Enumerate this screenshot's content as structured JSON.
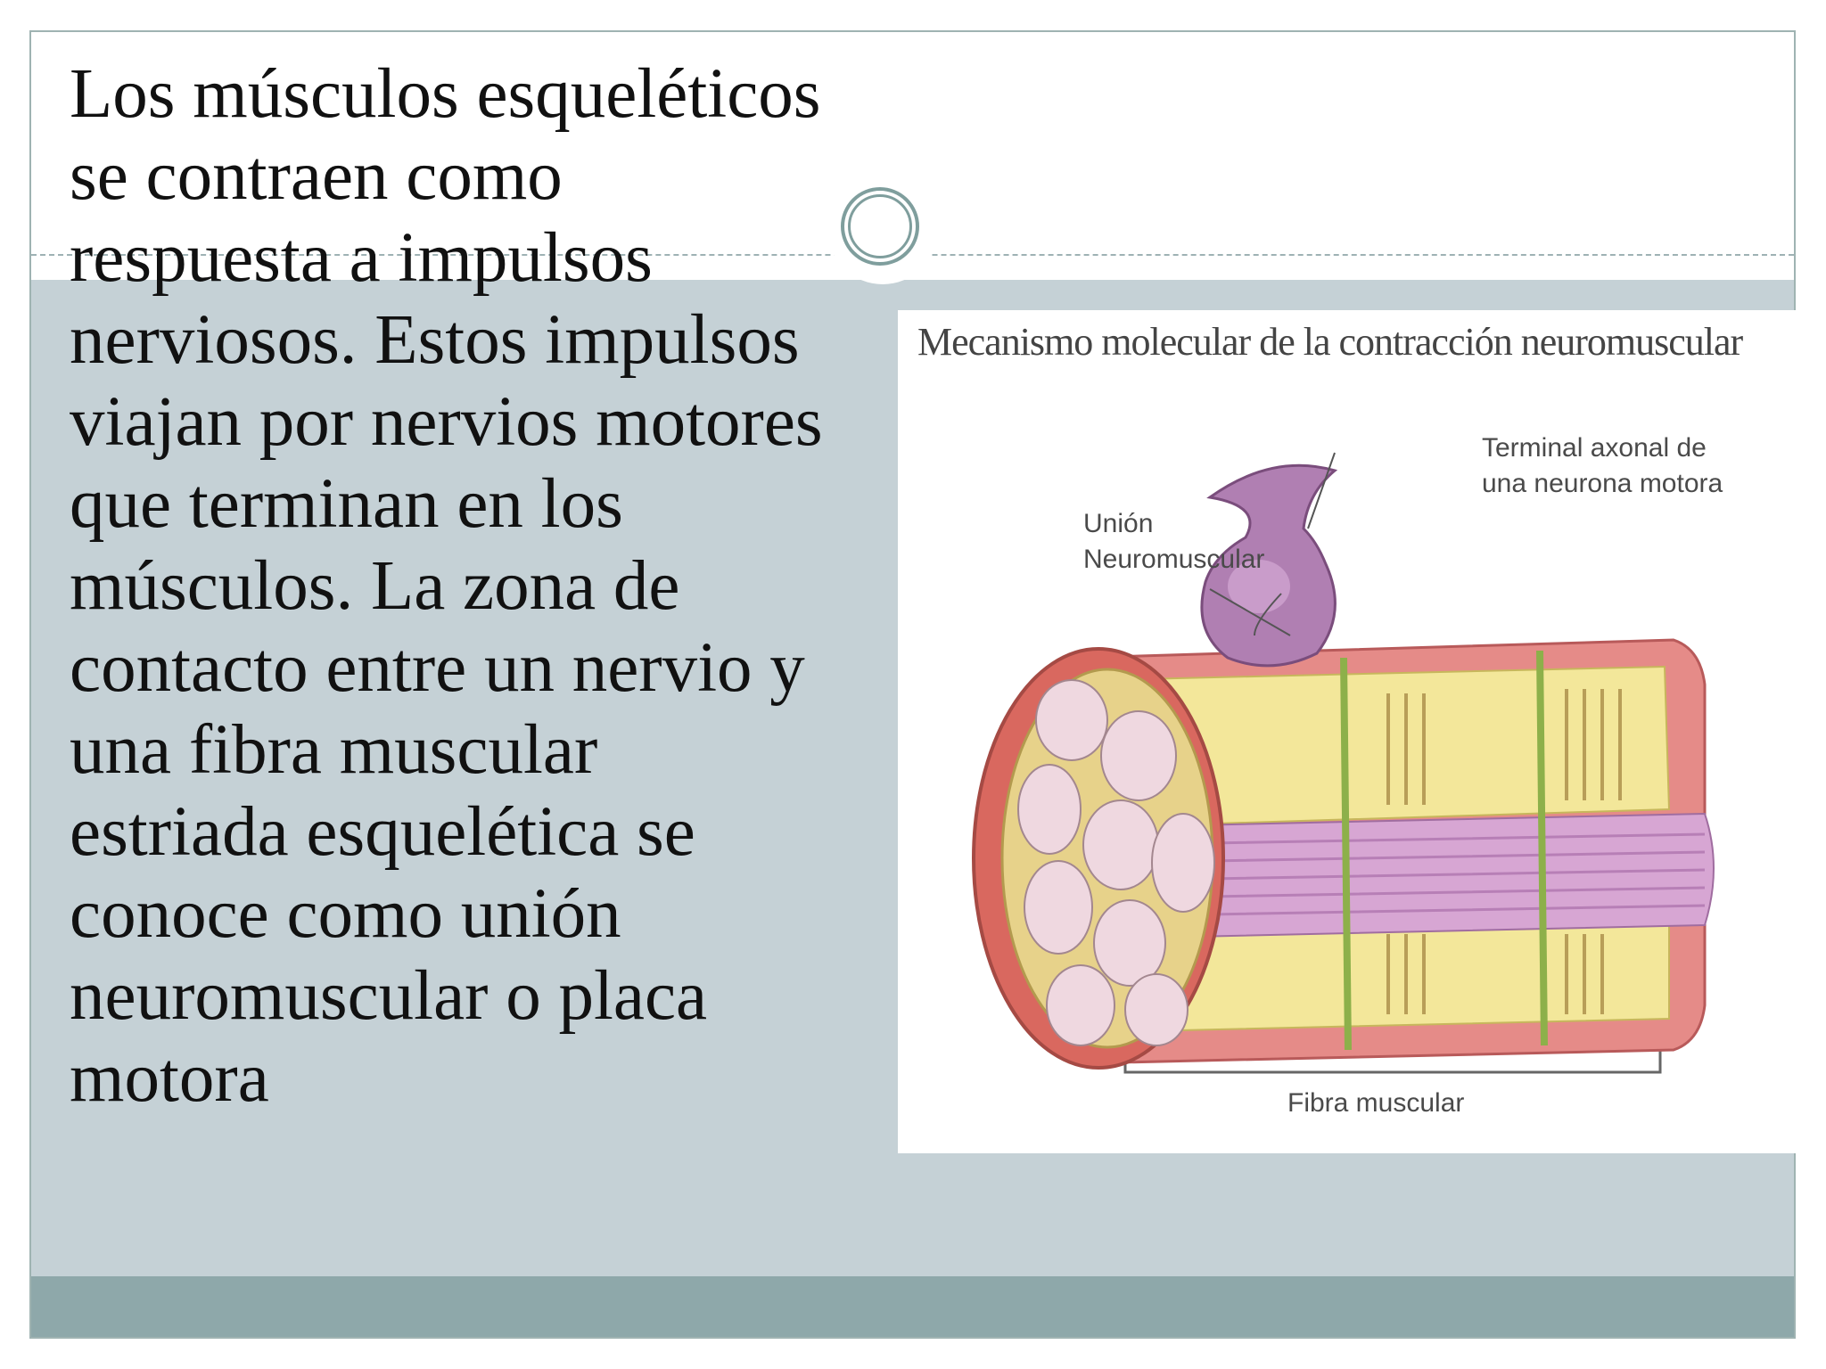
{
  "slide": {
    "body_text": "Los músculos esqueléticos\nse contraen como\nrespuesta a impulsos\nnerviosos. Estos impulsos\nviajan por nervios motores\nque terminan en los\nmúsculos. La zona de\ncontacto entre un nervio y\nuna fibra muscular\nestriada esquelética se\nconoce como unión\nneuromuscular o placa\nmotora"
  },
  "figure": {
    "title": "Mecanismo molecular de la contracción neuromuscular",
    "label_terminal": "Terminal axonal de\nuna neurona motora",
    "label_union": "Unión\nNeuromuscular",
    "label_fibra": "Fibra muscular"
  },
  "colors": {
    "content_band": "#c5d1d6",
    "footer_band": "#8ea8aa",
    "accent": "#7f9e9d"
  }
}
